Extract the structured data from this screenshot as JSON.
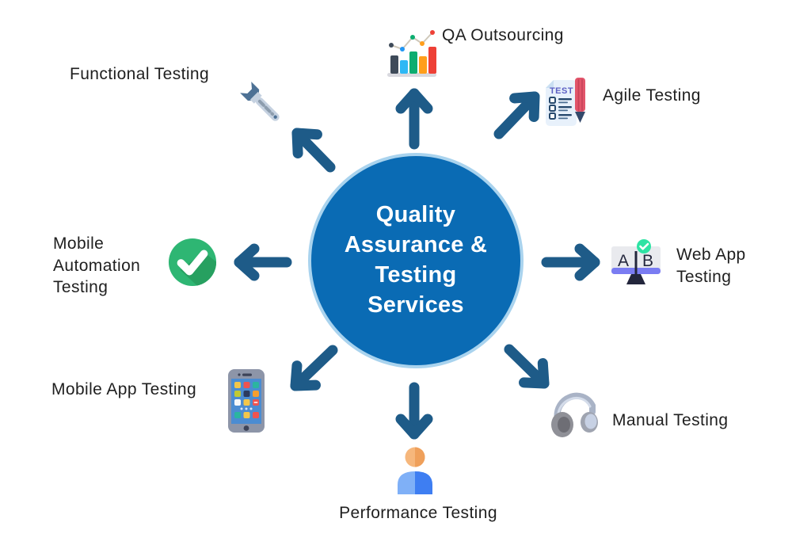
{
  "center": {
    "title": "Quality Assurance & Testing Services",
    "lines": [
      "Quality",
      "Assurance &",
      "Testing",
      "Services"
    ]
  },
  "services": [
    {
      "id": "qa-outsourcing",
      "label": "QA Outsourcing",
      "icon": "bar-chart-icon",
      "direction": "top"
    },
    {
      "id": "agile-testing",
      "label": "Agile Testing",
      "icon": "test-document-icon",
      "direction": "top-right"
    },
    {
      "id": "web-app-testing",
      "label": "Web App Testing",
      "icon": "ab-monitor-icon",
      "direction": "right"
    },
    {
      "id": "manual-testing",
      "label": "Manual Testing",
      "icon": "headphones-icon",
      "direction": "bottom-right"
    },
    {
      "id": "performance-testing",
      "label": "Performance Testing",
      "icon": "person-icon",
      "direction": "bottom"
    },
    {
      "id": "mobile-app-testing",
      "label": "Mobile App Testing",
      "icon": "smartphone-icon",
      "direction": "bottom-left"
    },
    {
      "id": "mobile-automation-testing",
      "label": "Mobile Automation Testing",
      "icon": "check-circle-icon",
      "direction": "left"
    },
    {
      "id": "functional-testing",
      "label": "Functional Testing",
      "icon": "wrench-icon",
      "direction": "top-left"
    }
  ],
  "colors": {
    "background": "#ffffff",
    "circle_fill": "#0a6bb4",
    "circle_ring": "#a9d3ee",
    "arrow": "#1e5b88",
    "label_text": "#1f1f1f",
    "center_text": "#ffffff"
  }
}
